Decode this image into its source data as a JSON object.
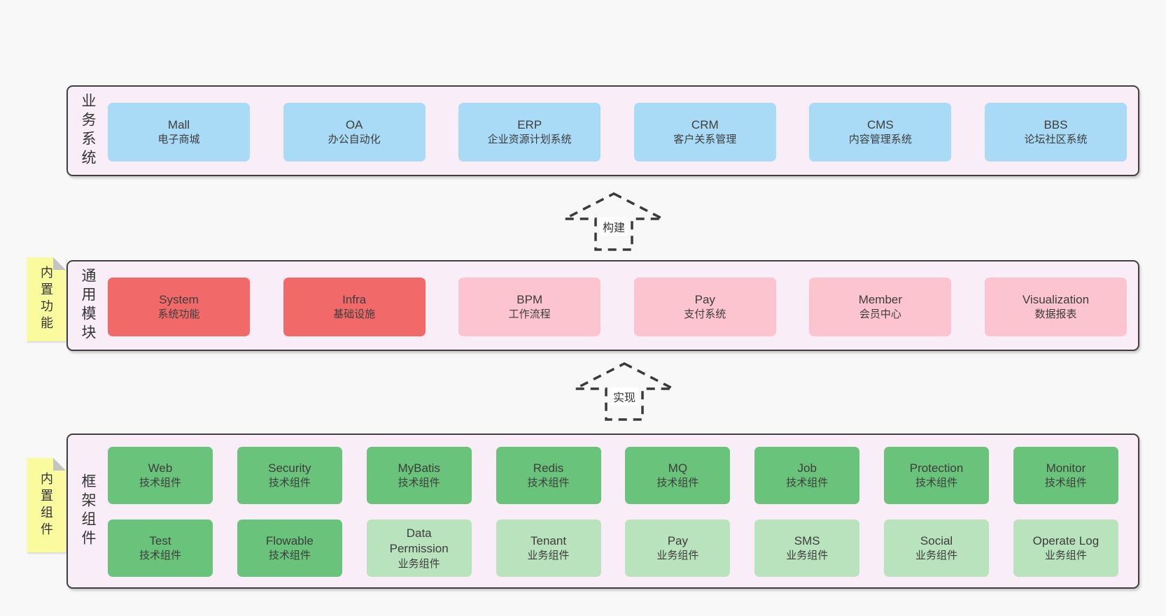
{
  "colors": {
    "page_bg": "#f8f8f8",
    "layer_bg": "#f9eef7",
    "layer_border": "#3f3f3f",
    "blue_box": "#aadbf6",
    "red_box": "#f2696a",
    "pink_box": "#fbc4cf",
    "green_box": "#69c37a",
    "light_green_box": "#b9e3bd",
    "sticky_tab": "#fafa9e",
    "fold_gray": "#c4c4c4",
    "arrow_dash": "#3a3a3a"
  },
  "arrows": [
    {
      "label": "构建"
    },
    {
      "label": "实现"
    }
  ],
  "layers": {
    "business": {
      "label": "业务系统",
      "boxes": [
        {
          "en": "Mall",
          "zh": "电子商城"
        },
        {
          "en": "OA",
          "zh": "办公自动化"
        },
        {
          "en": "ERP",
          "zh": "企业资源计划系统"
        },
        {
          "en": "CRM",
          "zh": "客户关系管理"
        },
        {
          "en": "CMS",
          "zh": "内容管理系统"
        },
        {
          "en": "BBS",
          "zh": "论坛社区系统"
        }
      ]
    },
    "modules": {
      "label": "通用模块",
      "tab": "内置功能",
      "boxes": [
        {
          "en": "System",
          "zh": "系统功能"
        },
        {
          "en": "Infra",
          "zh": "基础设施"
        },
        {
          "en": "BPM",
          "zh": "工作流程"
        },
        {
          "en": "Pay",
          "zh": "支付系统"
        },
        {
          "en": "Member",
          "zh": "会员中心"
        },
        {
          "en": "Visualization",
          "zh": "数据报表"
        }
      ]
    },
    "components": {
      "label": "框架组件",
      "tab": "内置组件",
      "row1": [
        {
          "en": "Web",
          "zh": "技术组件"
        },
        {
          "en": "Security",
          "zh": "技术组件"
        },
        {
          "en": "MyBatis",
          "zh": "技术组件"
        },
        {
          "en": "Redis",
          "zh": "技术组件"
        },
        {
          "en": "MQ",
          "zh": "技术组件"
        },
        {
          "en": "Job",
          "zh": "技术组件"
        },
        {
          "en": "Protection",
          "zh": "技术组件"
        },
        {
          "en": "Monitor",
          "zh": "技术组件"
        }
      ],
      "row2": [
        {
          "en": "Test",
          "zh": "技术组件"
        },
        {
          "en": "Flowable",
          "zh": "技术组件"
        },
        {
          "en": "Data Permission",
          "zh": "业务组件"
        },
        {
          "en": "Tenant",
          "zh": "业务组件"
        },
        {
          "en": "Pay",
          "zh": "业务组件"
        },
        {
          "en": "SMS",
          "zh": "业务组件"
        },
        {
          "en": "Social",
          "zh": "业务组件"
        },
        {
          "en": "Operate Log",
          "zh": "业务组件"
        }
      ]
    }
  }
}
